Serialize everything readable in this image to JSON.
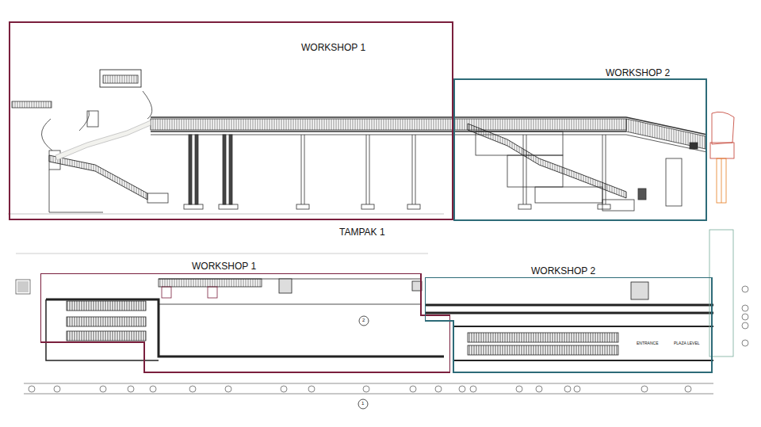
{
  "diagram": {
    "nodes": [
      {
        "text": [
          "WORKSHOP 1"
        ]
      },
      {
        "text": [
          "WORKSHOP 2"
        ]
      },
      {
        "text": [
          "WORKSHOP 1"
        ]
      },
      {
        "text": [
          "WORKSHOP 2"
        ]
      }
    ],
    "labels": [
      "TAMPAK 1",
      "ENTRANCE",
      "PLAZA LEVEL",
      "2",
      "1"
    ]
  }
}
